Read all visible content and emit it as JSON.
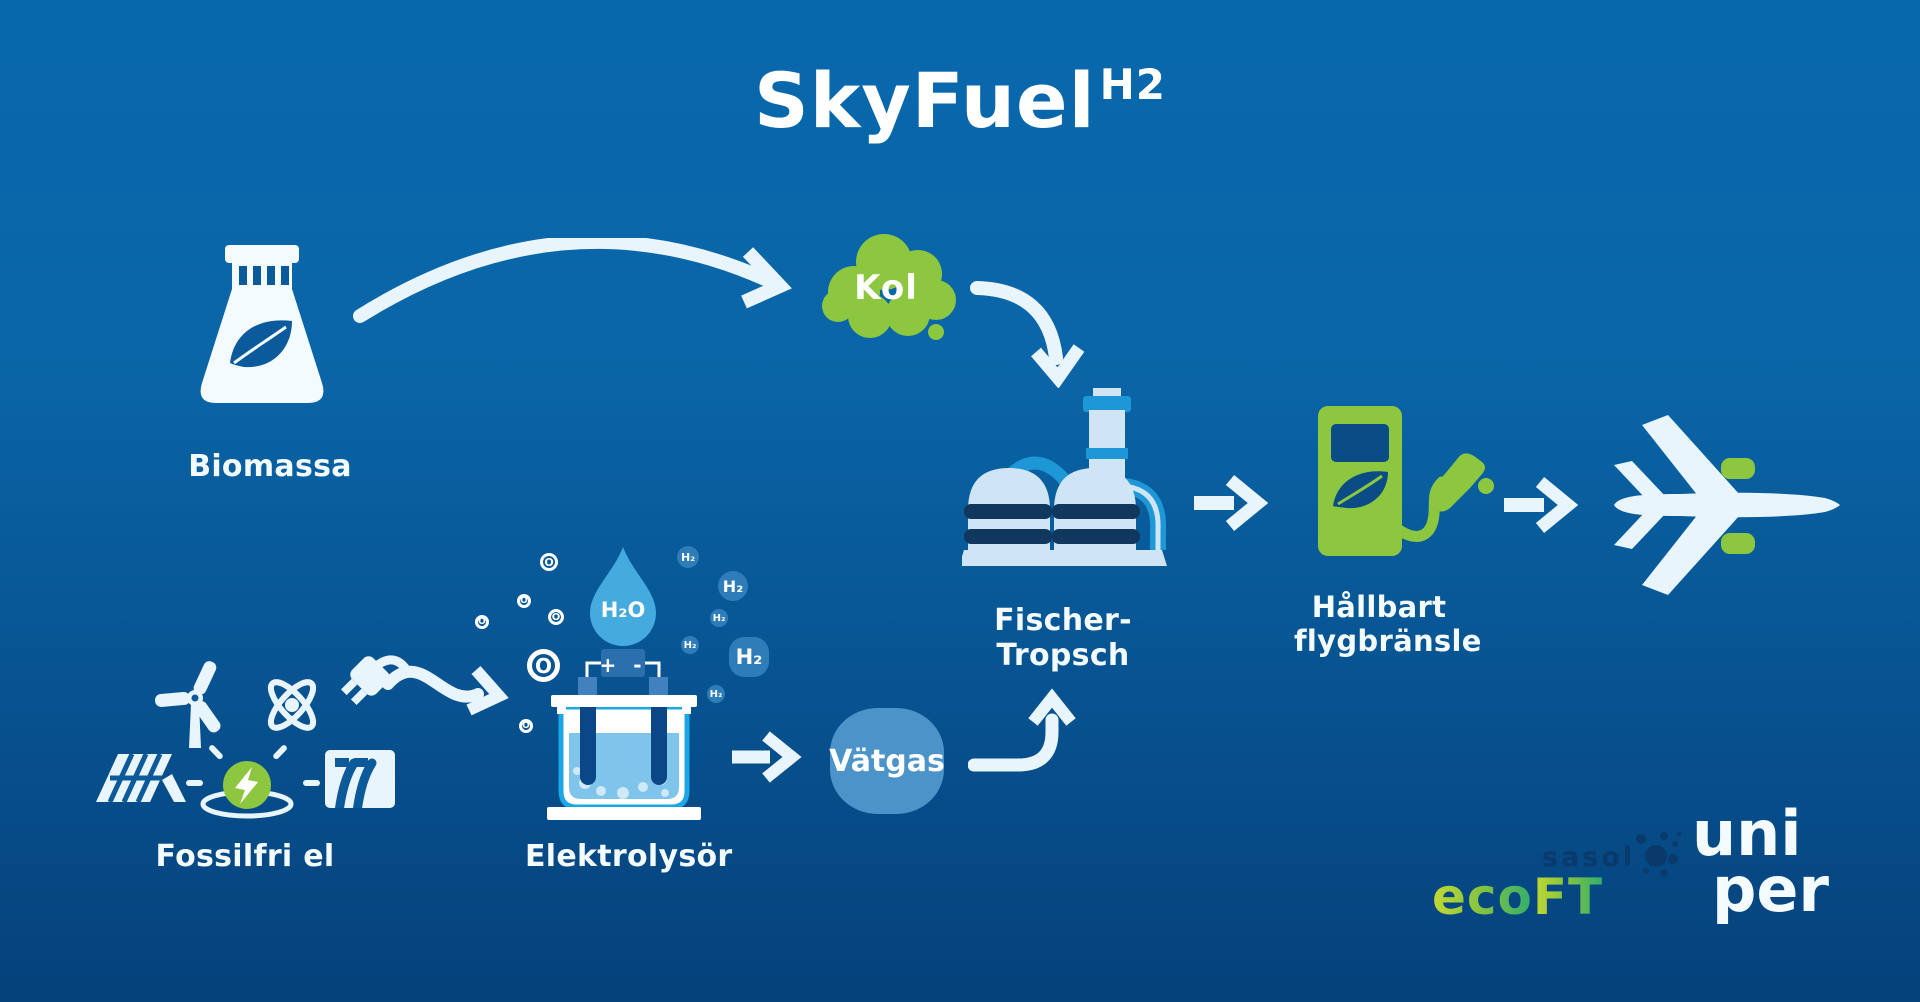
{
  "title": {
    "main": "SkyFuel",
    "sup": "H2"
  },
  "flow": {
    "biomassa": "Biomassa",
    "kol": "Kol",
    "fischer_tropsch": "Fischer-Tropsch",
    "sustainable_fuel_line1": "Hållbart",
    "sustainable_fuel_line2": "flygbränsle",
    "fossil_free": "Fossilfri el",
    "electrolyzer": "Elektrolysör",
    "vatgas": "Vätgas"
  },
  "molecules": {
    "h2o": "H₂O",
    "oxygen": "O",
    "hydrogen": "H₂"
  },
  "electrolyzer": {
    "battery_terminals": "+ -"
  },
  "logos": {
    "sasol": "sasol",
    "ecoft": {
      "eco": "eco",
      "ft": "FT"
    },
    "uniper": {
      "line1": "uni",
      "line2": "per"
    }
  },
  "colors": {
    "background_top": "#0768ac",
    "background_bottom": "#05417b",
    "green": "#8dc63f",
    "pale_icon": "#e9f5fc",
    "light_blue": "#cfe5f6",
    "medium_blue": "#1e97d6",
    "vatgas_blue": "#4b93c9",
    "hydrogen_bubble_blue": "#2e7cb8",
    "water_drop_blue": "#45aadd",
    "tank_stripe_navy": "#10375e",
    "sasol_navy": "#0a3a6b",
    "ecoft_green_start": "#c3d833",
    "ecoft_green_end": "#2fae6e"
  }
}
